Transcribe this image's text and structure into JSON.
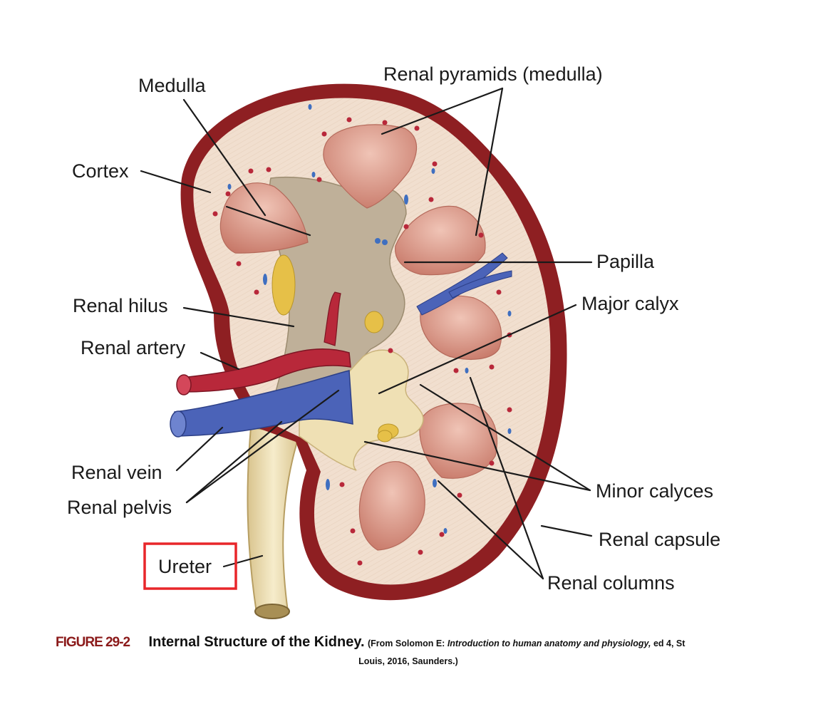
{
  "labels": {
    "medulla": "Medulla",
    "renal_pyramids": "Renal pyramids (medulla)",
    "cortex": "Cortex",
    "papilla": "Papilla",
    "major_calyx": "Major calyx",
    "renal_hilus": "Renal hilus",
    "renal_artery": "Renal artery",
    "renal_vein": "Renal vein",
    "renal_pelvis": "Renal pelvis",
    "minor_calyces": "Minor calyces",
    "renal_capsule": "Renal capsule",
    "ureter": "Ureter",
    "renal_columns": "Renal columns"
  },
  "caption": {
    "figure_number": "FIGURE 29-2",
    "title": "Internal Structure of the Kidney.",
    "source_prefix": "(From Solomon E: ",
    "source_book": "Introduction to human anatomy and physiology,",
    "source_suffix": " ed 4, St",
    "source_line2": "Louis, 2016, Saunders.)"
  },
  "colors": {
    "capsule": "#8e1f22",
    "cortex": "#f1dfcf",
    "pyramid": "#d99a8a",
    "sinus": "#bfb099",
    "calyx": "#efe0b4",
    "artery": "#b8283a",
    "vein": "#4b63b8",
    "fat": "#e6c048",
    "highlight_box": "#e8262a"
  }
}
